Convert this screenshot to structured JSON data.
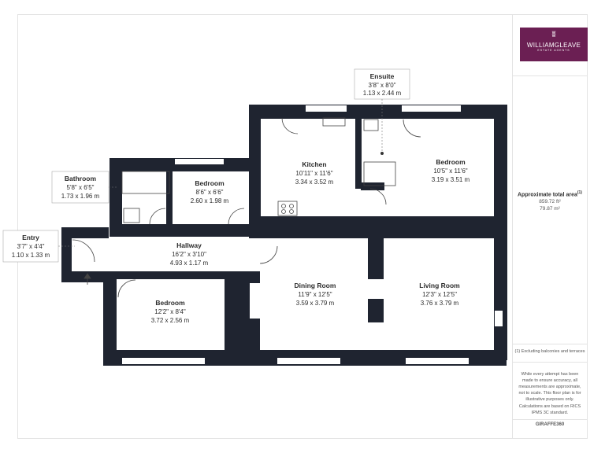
{
  "brand": {
    "monogram": "ʬ",
    "name": "WILLIAMGLEAVE",
    "tagline": "ESTATE AGENTS"
  },
  "area": {
    "title": "Approximate total area",
    "title_note": "(1)",
    "sqft": "859.72 ft²",
    "sqm": "79.87 m²"
  },
  "footnote": "(1) Excluding balconies and terraces",
  "disclaimer": "While every attempt has been made to ensure accuracy, all measurements are approximate, not to scale. This floor plan is for illustrative purposes only.",
  "calc_note": "Calculations are based on RICS IPMS 3C standard.",
  "credit": "GIRAFFE360",
  "rooms": [
    {
      "name": "Ensuite",
      "imperial": "3'8\" x 8'0\"",
      "metric": "1.13 x 2.44 m"
    },
    {
      "name": "Kitchen",
      "imperial": "10'11\" x 11'6\"",
      "metric": "3.34 x 3.52 m"
    },
    {
      "name": "Bedroom",
      "imperial": "10'5\" x 11'6\"",
      "metric": "3.19 x 3.51 m"
    },
    {
      "name": "Bathroom",
      "imperial": "5'8\" x 6'5\"",
      "metric": "1.73 x 1.96 m"
    },
    {
      "name": "Bedroom",
      "imperial": "8'6\" x 6'6\"",
      "metric": "2.60 x 1.98 m"
    },
    {
      "name": "Entry",
      "imperial": "3'7\" x 4'4\"",
      "metric": "1.10 x 1.33 m"
    },
    {
      "name": "Hallway",
      "imperial": "16'2\" x 3'10\"",
      "metric": "4.93 x 1.17 m"
    },
    {
      "name": "Bedroom",
      "imperial": "12'2\" x 8'4\"",
      "metric": "3.72 x 2.56 m"
    },
    {
      "name": "Dining Room",
      "imperial": "11'9\" x 12'5\"",
      "metric": "3.59 x 3.79 m"
    },
    {
      "name": "Living Room",
      "imperial": "12'3\" x 12'5\"",
      "metric": "3.76 x 3.79 m"
    }
  ],
  "colors": {
    "wall": "#1f2430",
    "brand": "#6b1f53"
  }
}
